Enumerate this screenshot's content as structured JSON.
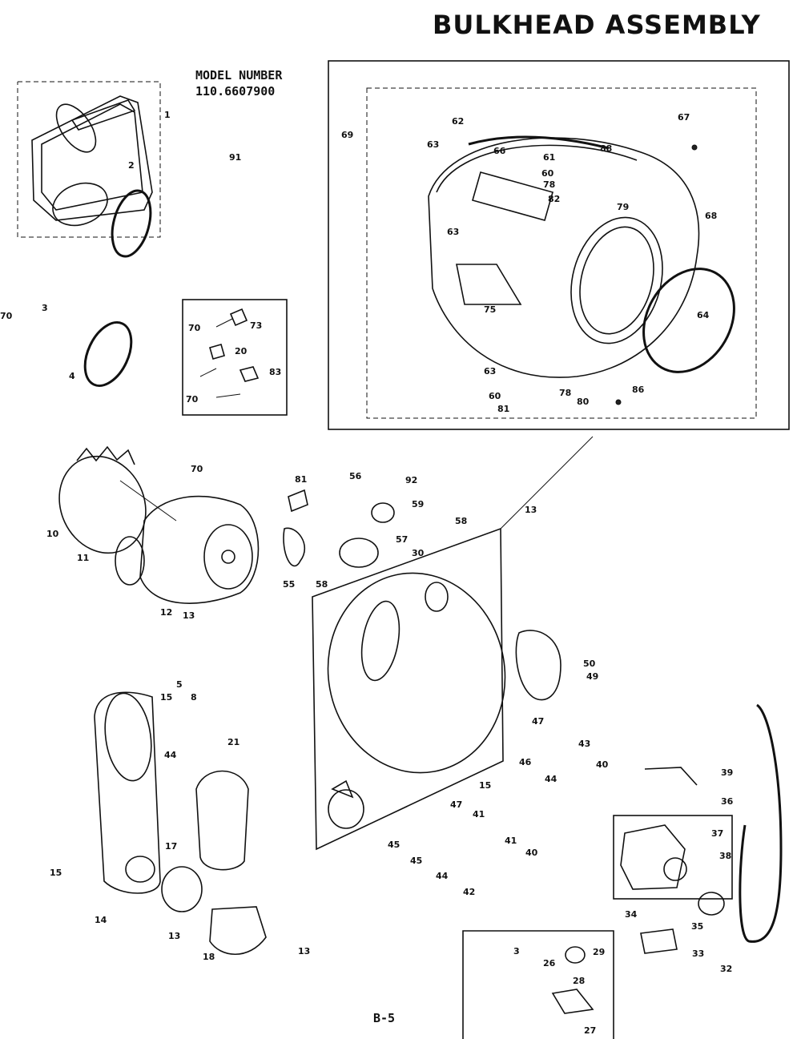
{
  "header": {
    "title": "BULKHEAD ASSEMBLY",
    "model_label": "MODEL NUMBER",
    "model_number": "110.6607900"
  },
  "footer": {
    "page": "B-5"
  },
  "callouts": [
    "1",
    "2",
    "91",
    "70",
    "4",
    "3",
    "73",
    "70",
    "20",
    "83",
    "70",
    "69",
    "62",
    "63",
    "66",
    "61",
    "60",
    "78",
    "88",
    "67",
    "82",
    "79",
    "68",
    "63",
    "64",
    "75",
    "63",
    "78",
    "60",
    "81",
    "80",
    "86",
    "10",
    "70",
    "11",
    "81",
    "56",
    "92",
    "59",
    "57",
    "30",
    "55",
    "58",
    "58",
    "13",
    "12",
    "13",
    "5",
    "8",
    "44",
    "15",
    "21",
    "17",
    "18",
    "14",
    "13",
    "13",
    "15",
    "50",
    "49",
    "47",
    "46",
    "44",
    "43",
    "40",
    "15",
    "45",
    "47",
    "41",
    "44",
    "45",
    "42",
    "41",
    "40",
    "39",
    "36",
    "37",
    "38",
    "35",
    "34",
    "33",
    "32",
    "3",
    "26",
    "29",
    "28",
    "27"
  ]
}
